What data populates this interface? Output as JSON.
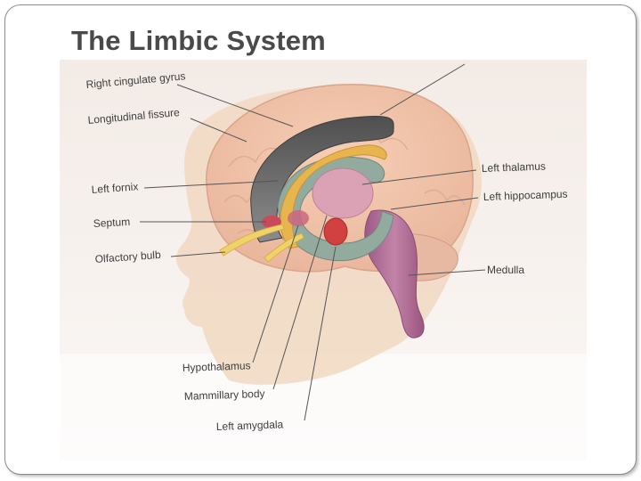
{
  "slide": {
    "title": "The Limbic System"
  },
  "diagram": {
    "labels": {
      "right_cingulate_gyrus": "Right cingulate gyrus",
      "longitudinal_fissure": "Longitudinal fissure",
      "left_fornix": "Left fornix",
      "septum": "Septum",
      "olfactory_bulb": "Olfactory bulb",
      "hypothalamus": "Hypothalamus",
      "mammillary_body": "Mammillary body",
      "left_amygdala": "Left amygdala",
      "left_thalamus": "Left thalamus",
      "left_hippocampus": "Left hippocampus",
      "medulla": "Medulla"
    },
    "colors": {
      "background_photo": "#f2e9e3",
      "head_skin": "#f0d6be",
      "brain": "#f1c3a9",
      "cingulate": "#6f6f6f",
      "hippocampus": "#8fa59b",
      "fornix": "#e9b54f",
      "thalamus": "#dca1b5",
      "brainstem": "#b06c92",
      "amygdala": "#cf3d3d"
    }
  }
}
